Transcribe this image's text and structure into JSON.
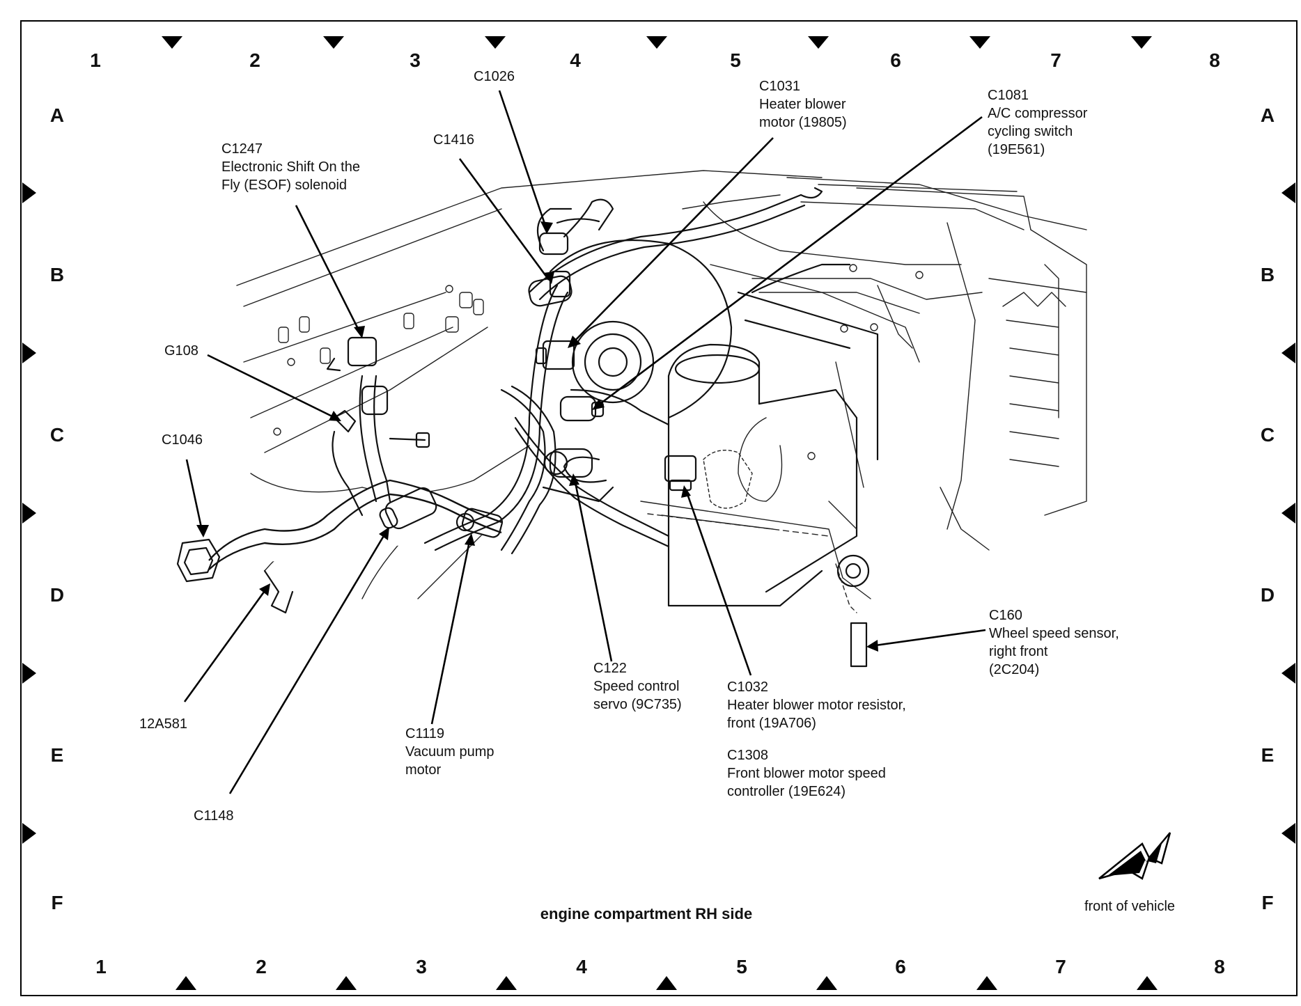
{
  "diagram": {
    "title": "engine compartment RH side",
    "front_label": "front of vehicle",
    "grid_columns": [
      "1",
      "2",
      "3",
      "4",
      "5",
      "6",
      "7",
      "8"
    ],
    "grid_rows": [
      "A",
      "B",
      "C",
      "D",
      "E",
      "F"
    ],
    "callouts": [
      {
        "id": "c1026",
        "lines": [
          "C1026"
        ]
      },
      {
        "id": "c1031",
        "lines": [
          "C1031",
          "Heater blower",
          "motor (19805)"
        ]
      },
      {
        "id": "c1081",
        "lines": [
          "C1081",
          "A/C compressor",
          "cycling switch",
          "(19E561)"
        ]
      },
      {
        "id": "c1416",
        "lines": [
          "C1416"
        ]
      },
      {
        "id": "c1247",
        "lines": [
          "C1247",
          "Electronic Shift On the",
          "Fly (ESOF) solenoid"
        ]
      },
      {
        "id": "g108",
        "lines": [
          "G108"
        ]
      },
      {
        "id": "c1046",
        "lines": [
          "C1046"
        ]
      },
      {
        "id": "12a581",
        "lines": [
          "12A581"
        ]
      },
      {
        "id": "c1148",
        "lines": [
          "C1148"
        ]
      },
      {
        "id": "c1119",
        "lines": [
          "C1119",
          "Vacuum pump",
          "motor"
        ]
      },
      {
        "id": "c122",
        "lines": [
          "C122",
          "Speed control",
          "servo (9C735)"
        ]
      },
      {
        "id": "c1032",
        "lines": [
          "C1032",
          "Heater blower motor resistor,",
          "front  (19A706)"
        ]
      },
      {
        "id": "c1308",
        "lines": [
          "C1308",
          "Front blower motor speed",
          "controller (19E624)"
        ]
      },
      {
        "id": "c160",
        "lines": [
          "C160",
          "Wheel speed sensor,",
          "right front",
          "(2C204)"
        ]
      }
    ]
  }
}
